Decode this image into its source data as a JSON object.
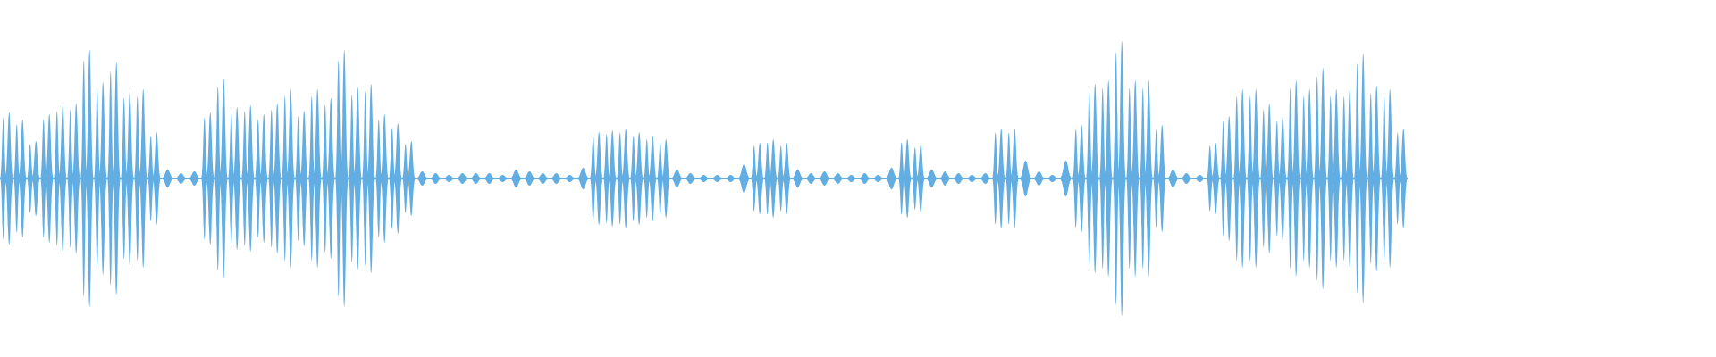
{
  "waveform": {
    "color": "#62ade2",
    "background": "#ffffff",
    "peak_amplitudes": [
      0.37,
      0.33,
      0.21,
      0.36,
      0.41,
      0.42,
      0.72,
      0.54,
      0.65,
      0.49,
      0.5,
      0.26,
      0.05,
      0.03,
      0.04,
      0.37,
      0.56,
      0.4,
      0.41,
      0.36,
      0.42,
      0.5,
      0.38,
      0.5,
      0.45,
      0.72,
      0.51,
      0.53,
      0.36,
      0.31,
      0.21,
      0.04,
      0.03,
      0.02,
      0.03,
      0.03,
      0.03,
      0.02,
      0.05,
      0.04,
      0.03,
      0.03,
      0.02,
      0.06,
      0.26,
      0.27,
      0.28,
      0.26,
      0.24,
      0.22,
      0.05,
      0.03,
      0.02,
      0.02,
      0.02,
      0.08,
      0.2,
      0.22,
      0.2,
      0.05,
      0.03,
      0.04,
      0.03,
      0.02,
      0.03,
      0.02,
      0.06,
      0.22,
      0.19,
      0.05,
      0.04,
      0.03,
      0.02,
      0.03,
      0.28,
      0.28,
      0.1,
      0.04,
      0.02,
      0.1,
      0.3,
      0.53,
      0.55,
      0.77,
      0.55,
      0.55,
      0.3,
      0.05,
      0.03,
      0.02,
      0.2,
      0.35,
      0.5,
      0.5,
      0.42,
      0.35,
      0.55,
      0.5,
      0.62,
      0.5,
      0.5,
      0.7,
      0.52,
      0.5,
      0.28
    ]
  }
}
